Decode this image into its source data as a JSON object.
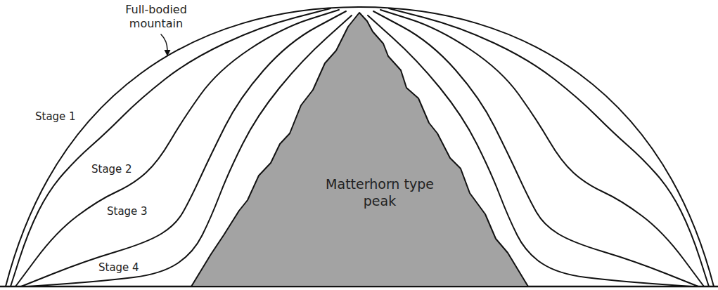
{
  "diagram": {
    "nodes": [
      {
        "text": [
          "Matterhorn type peak"
        ]
      }
    ],
    "labels": [
      "Full-bodied mountain",
      "Stage 1",
      "Stage 2",
      "Stage 3",
      "Stage 4"
    ]
  }
}
